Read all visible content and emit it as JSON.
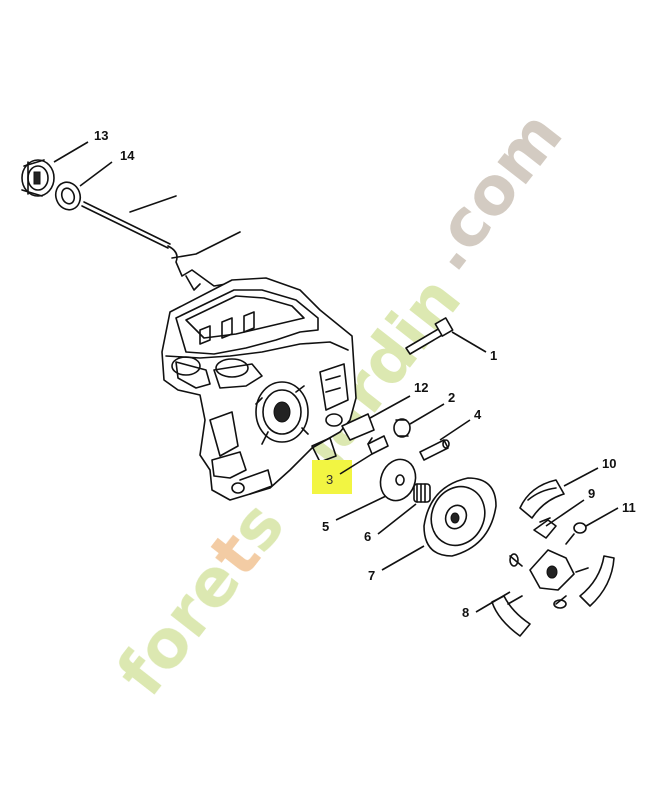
{
  "watermark": {
    "part1": "forets",
    "part2": "jardin",
    "part3": ".com",
    "color_green": "#d8e6a9",
    "color_orange": "#f2c79a",
    "color_grey": "#cfc6bb"
  },
  "highlight": {
    "color": "#f2f542",
    "label": "3"
  },
  "callouts": {
    "c1": "1",
    "c2": "2",
    "c3": "3",
    "c4": "4",
    "c5": "5",
    "c6": "6",
    "c7": "7",
    "c8": "8",
    "c9": "9",
    "c10": "10",
    "c11": "11",
    "c12": "12",
    "c13": "13",
    "c14": "14"
  }
}
